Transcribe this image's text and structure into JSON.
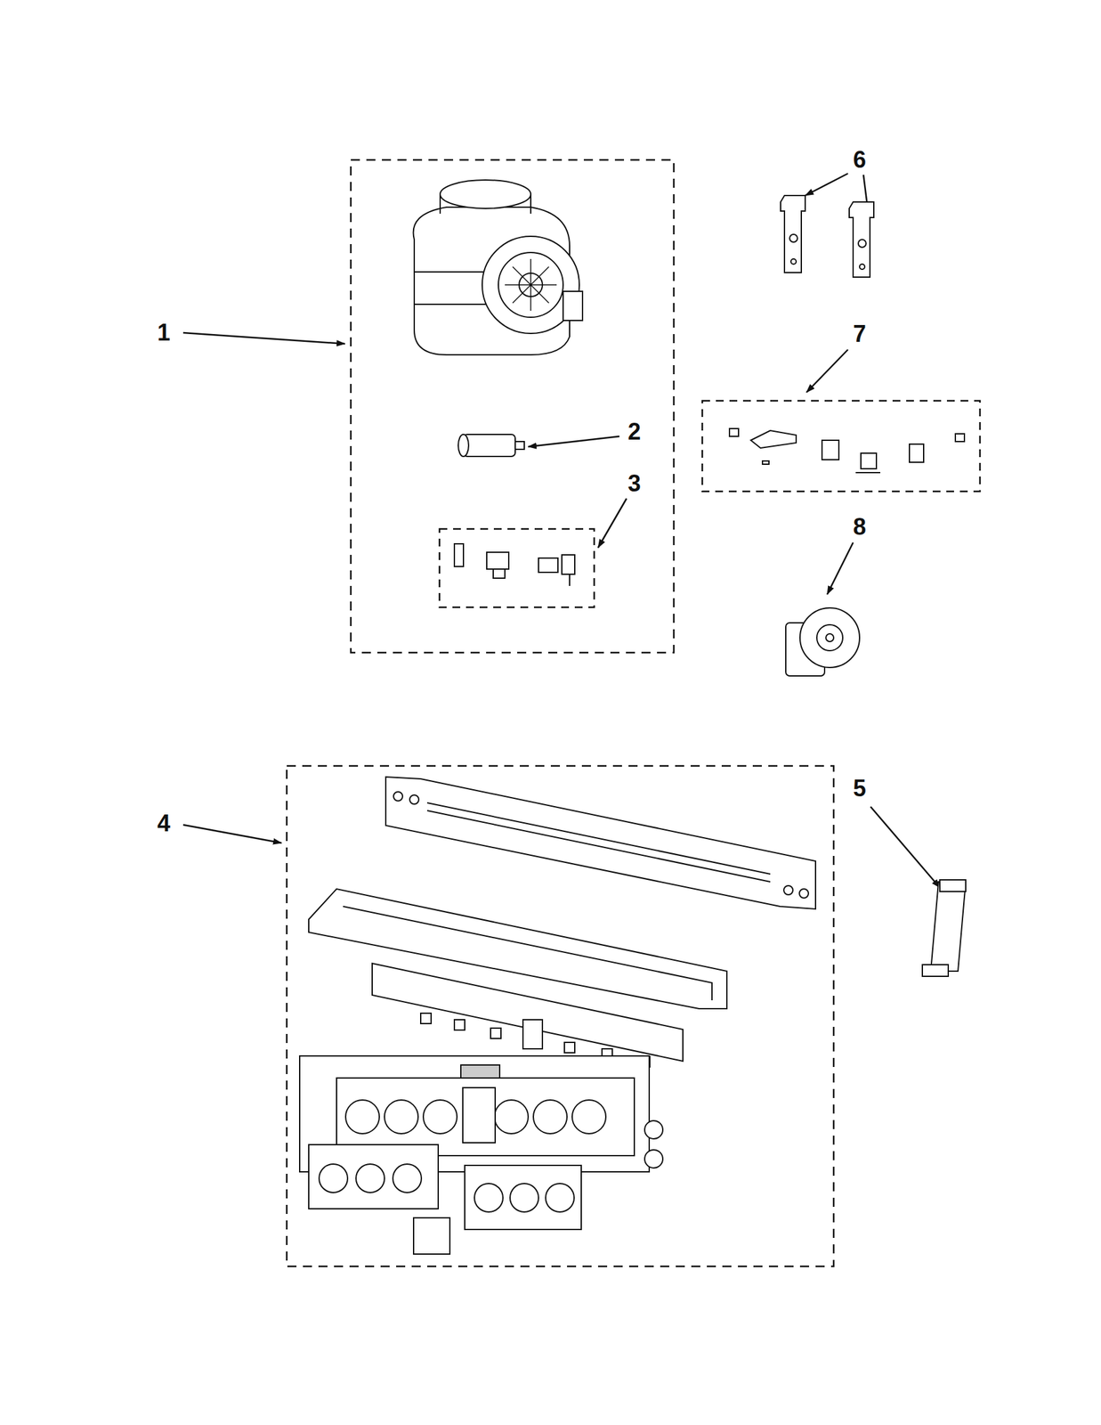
{
  "diagram": {
    "labels": [
      "6",
      "1",
      "7",
      "2",
      "3",
      "8",
      "4",
      "5"
    ]
  }
}
